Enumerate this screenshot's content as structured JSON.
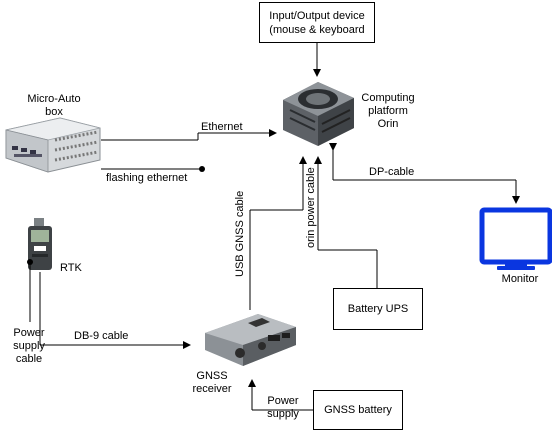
{
  "nodes": {
    "io_device": "Input/Output device\n(mouse & keyboard",
    "computing": "Computing\nplatform\nOrin",
    "micro_auto": "Micro-Auto\nbox",
    "rtk": "RTK",
    "monitor": "Monitor",
    "battery_ups": "Battery UPS",
    "gnss_receiver": "GNSS\nreceiver",
    "gnss_battery": "GNSS battery"
  },
  "edges": {
    "ethernet": "Ethernet",
    "flashing": "flashing ethernet",
    "dp_cable": "DP-cable",
    "usb_gnss": "USB GNSS cable",
    "orin_power": "orin power cable",
    "db9": "DB-9 cable",
    "power_supply_cable": "Power\nsupply\ncable",
    "power_supply": "Power\nsupply"
  },
  "colors": {
    "monitor": "#0a36e0",
    "line": "#000000"
  }
}
